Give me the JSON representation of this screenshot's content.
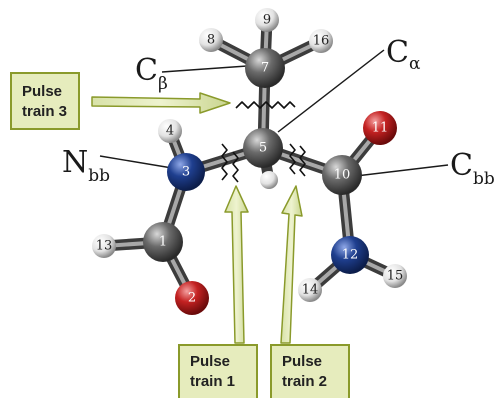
{
  "labels": {
    "c_beta": {
      "main": "C",
      "sub": "β"
    },
    "c_alpha": {
      "main": "C",
      "sub": "α"
    },
    "n_bb": {
      "main": "N",
      "sub": "bb"
    },
    "c_bb": {
      "main": "C",
      "sub": "bb"
    }
  },
  "pulse_trains": {
    "train3": {
      "line1": "Pulse",
      "line2": "train 3"
    },
    "train1": {
      "line1": "Pulse",
      "line2": "train 1"
    },
    "train2": {
      "line1": "Pulse",
      "line2": "train 2"
    }
  },
  "atoms": {
    "a1": "1",
    "a2": "2",
    "a3": "3",
    "a4": "4",
    "a5": "5",
    "a7": "7",
    "a8": "8",
    "a9": "9",
    "a10": "10",
    "a11": "11",
    "a12": "12",
    "a13": "13",
    "a14": "14",
    "a15": "15",
    "a16": "16"
  },
  "colors": {
    "carbon": "#6b6b6b",
    "nitrogen": "#1f3f8f",
    "oxygen": "#c42222",
    "hydrogen": "#e2e2e2",
    "pulse_fill": "#e6ecbd",
    "pulse_border": "#8a9a2b"
  }
}
